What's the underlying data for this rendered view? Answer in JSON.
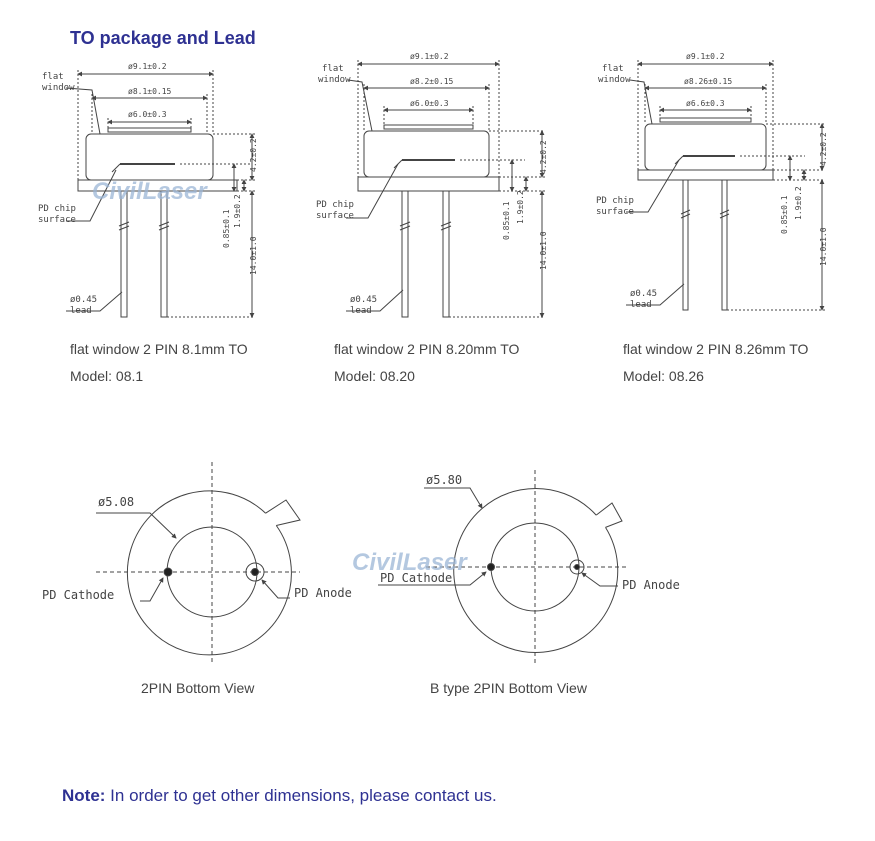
{
  "title": "TO package and Lead",
  "watermark": "CivilLaser",
  "packages": [
    {
      "caption": "flat window 2 PIN 8.1mm TO",
      "model": "Model: 08.1",
      "dims": {
        "outer": "ø9.1±0.2",
        "mid": "ø8.1±0.15",
        "inner": "ø6.0±0.3",
        "h1": "4.2±0.2",
        "h2": "0.85±0.1",
        "h3": "1.9±0.2",
        "h4": "14.0±1.0"
      },
      "labels": {
        "window": [
          "flat",
          "window"
        ],
        "chip": [
          "PD chip",
          "surface"
        ],
        "lead": [
          "ø0.45",
          "lead"
        ]
      }
    },
    {
      "caption": "flat window 2 PIN 8.20mm TO",
      "model": "Model: 08.20",
      "dims": {
        "outer": "ø9.1±0.2",
        "mid": "ø8.2±0.15",
        "inner": "ø6.0±0.3",
        "h1": "4.2±0.2",
        "h2": "0.85±0.1",
        "h3": "1.9±0.2",
        "h4": "14.0±1.0"
      },
      "labels": {
        "window": [
          "flat",
          "window"
        ],
        "chip": [
          "PD chip",
          "surface"
        ],
        "lead": [
          "ø0.45",
          "lead"
        ]
      }
    },
    {
      "caption": "flat window 2 PIN 8.26mm TO",
      "model": "Model: 08.26",
      "dims": {
        "outer": "ø9.1±0.2",
        "mid": "ø8.26±0.15",
        "inner": "ø6.6±0.3",
        "h1": "4.2±0.2",
        "h2": "0.85±0.1",
        "h3": "1.9±0.2",
        "h4": "14.0±1.0"
      },
      "labels": {
        "window": [
          "flat",
          "window"
        ],
        "chip": [
          "PD chip",
          "surface"
        ],
        "lead": [
          "ø0.45",
          "lead"
        ]
      }
    }
  ],
  "bottom_views": [
    {
      "diameter": "ø5.08",
      "cathode": "PD Cathode",
      "anode": "PD Anode",
      "caption": "2PIN Bottom View"
    },
    {
      "diameter": "ø5.80",
      "cathode": "PD Cathode",
      "anode": "PD Anode",
      "caption": "B type 2PIN Bottom View"
    }
  ],
  "note": {
    "label": "Note:",
    "text": " In order to get other dimensions, please contact us."
  }
}
